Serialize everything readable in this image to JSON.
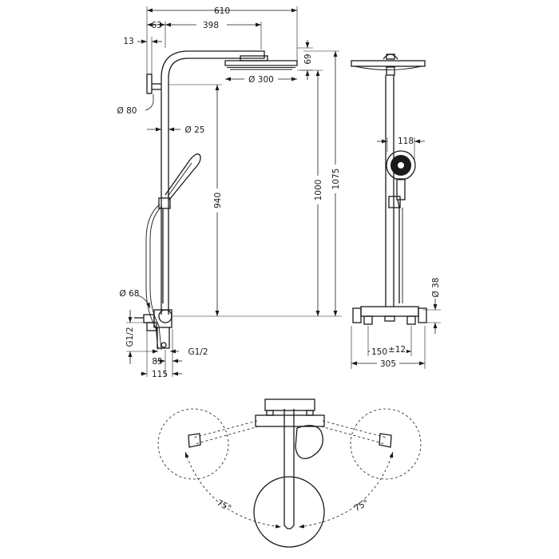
{
  "side_view": {
    "dim_total_width": "610",
    "dim_arm_offset": "63",
    "dim_arm_length": "398",
    "dim_arm_thickness": "13",
    "dim_head_height": "69",
    "dim_head_diameter": "Ø 300",
    "dim_rosette": "Ø 80",
    "dim_pipe": "Ø 25",
    "dim_height_940": "940",
    "dim_height_1000": "1000",
    "dim_height_1075": "1075",
    "dim_mixer_knob": "Ø 68",
    "dim_inlet_left": "G1/2",
    "dim_inlet_right": "G1/2",
    "dim_85": "85",
    "dim_115": "115"
  },
  "front_view": {
    "dim_handshower": "118",
    "dim_knob": "Ø 38",
    "dim_centres": "150",
    "dim_tolerance": "±12",
    "dim_width": "305"
  },
  "plan_view": {
    "angle_left": "75°",
    "angle_right": "75°"
  }
}
